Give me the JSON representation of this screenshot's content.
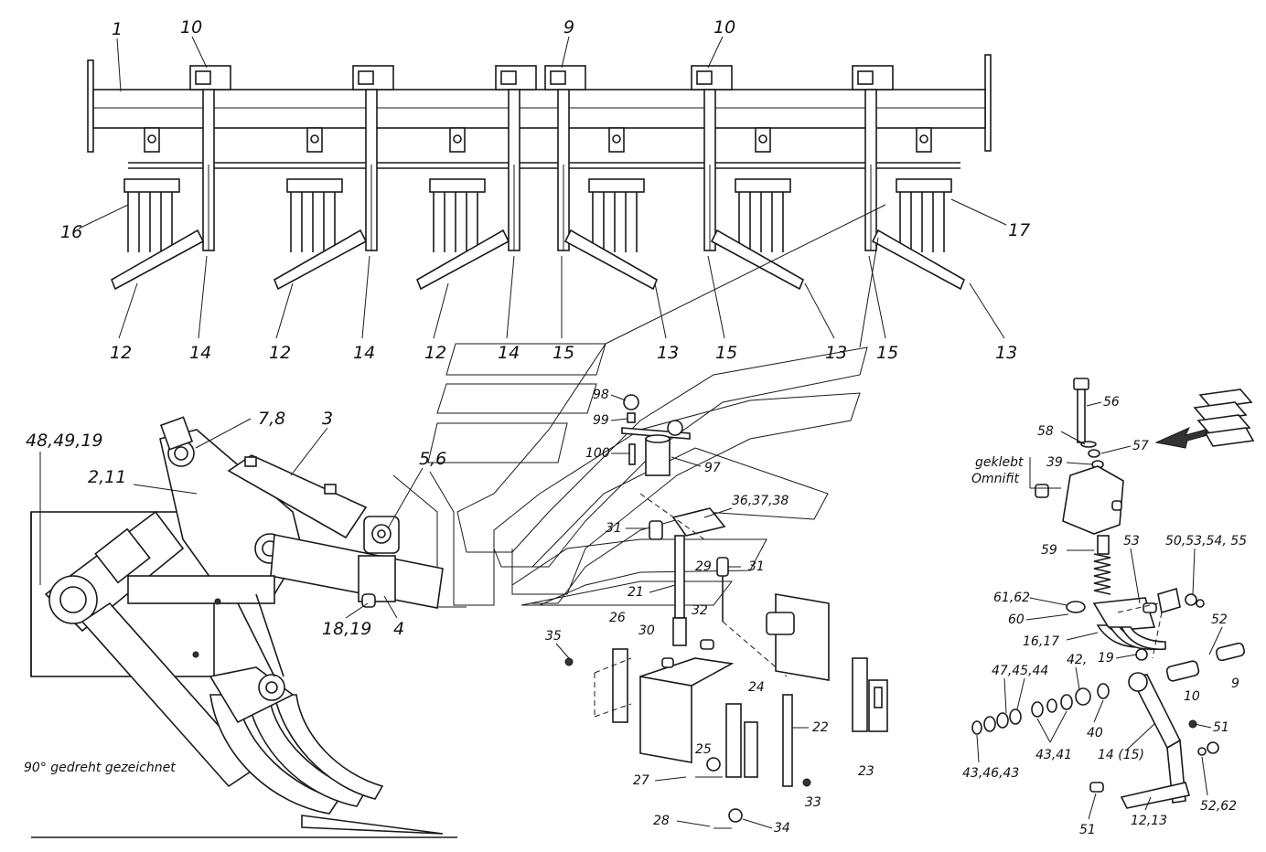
{
  "top_view": {
    "labels": [
      "1",
      "10",
      "9",
      "10",
      "16",
      "17",
      "12",
      "14",
      "12",
      "14",
      "12",
      "14",
      "15",
      "13",
      "15",
      "13",
      "15",
      "13"
    ]
  },
  "side_view": {
    "labels": [
      "48,49,19",
      "7,8",
      "3",
      "2,11",
      "5,6",
      "18,19",
      "4"
    ],
    "note": "90° gedreht gezeichnet"
  },
  "center_detail": {
    "labels": [
      "98",
      "99",
      "100",
      "97",
      "31",
      "36,37,38",
      "29",
      "31",
      "21",
      "26",
      "30",
      "32",
      "35",
      "24",
      "25",
      "22",
      "27",
      "28",
      "34",
      "33",
      "23"
    ]
  },
  "right_detail": {
    "labels": [
      "56",
      "58",
      "57",
      "geklebt",
      "Omnifit",
      "39",
      "59",
      "53",
      "50,53,54, 55",
      "61,62",
      "60",
      "16,17",
      "19",
      "52",
      "47,45,44",
      "42,",
      "10",
      "9",
      "43,41",
      "40",
      "51",
      "43,46,43",
      "14 (15)",
      "51",
      "12,13",
      "52,62"
    ]
  }
}
